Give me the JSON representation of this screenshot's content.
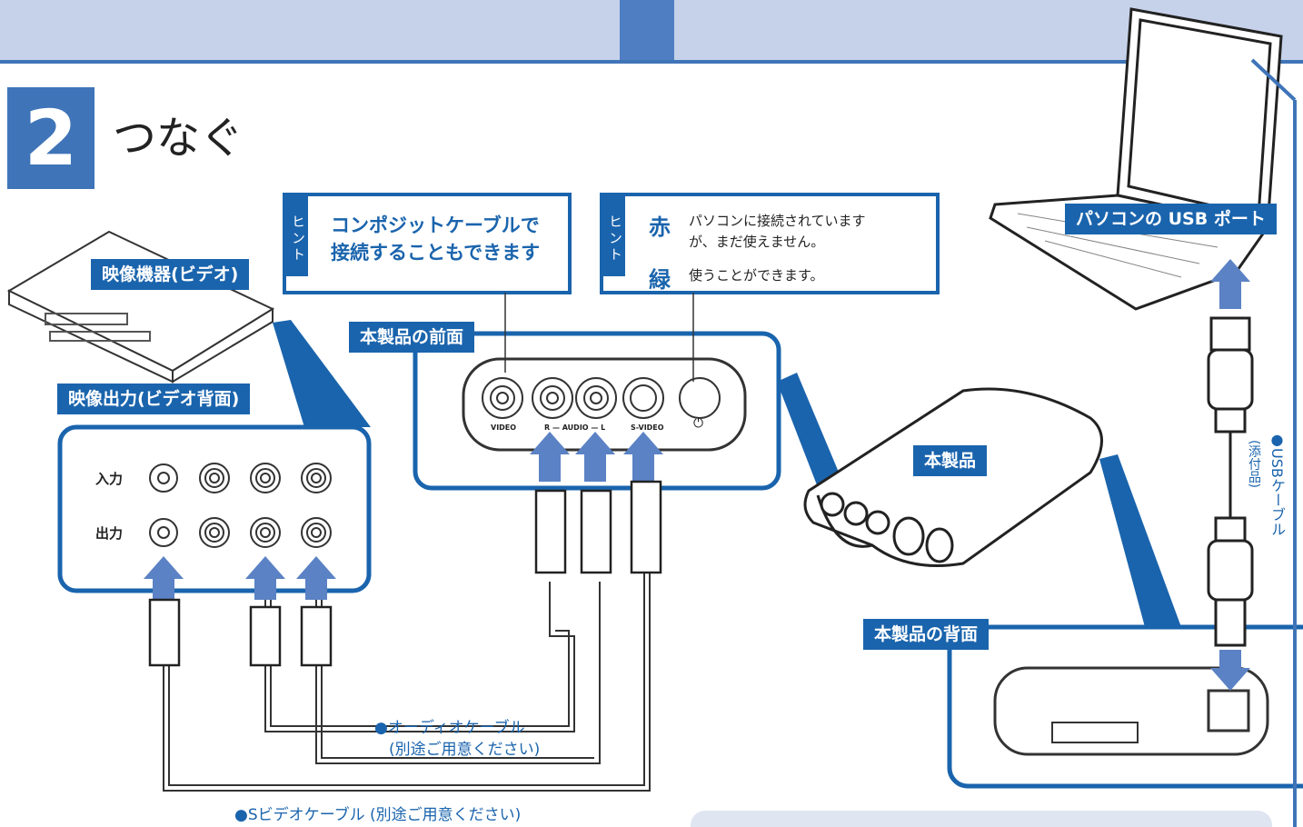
{
  "step": {
    "number": "2",
    "title": "つなぐ"
  },
  "hint1": {
    "tag": "ヒント",
    "line1": "コンポジットケーブルで",
    "line2": "接続することもできます"
  },
  "hint2": {
    "tag": "ヒント",
    "red_char": "赤",
    "red_text_1": "パソコンに接続されています",
    "red_text_2": "が、まだ使えません。",
    "green_char": "緑",
    "green_text": "使うことができます。"
  },
  "labels": {
    "video_device": "映像機器(ビデオ)",
    "video_output": "映像出力(ビデオ背面)",
    "front": "本製品の前面",
    "product": "本製品",
    "back": "本製品の背面",
    "pc_usb": "パソコンの USB ポート",
    "input": "入力",
    "output": "出力"
  },
  "ports": {
    "video": "VIDEO",
    "audio": "R — AUDIO — L",
    "svideo": "S-VIDEO",
    "power": "⏻"
  },
  "cables": {
    "audio_1": "●オーディオケーブル",
    "audio_2": "(別途ご用意ください)",
    "svideo": "●Sビデオケーブル (別途ご用意ください)",
    "usb_1": "●USBケーブル",
    "usb_2": "(添付品)"
  },
  "colors": {
    "accent": "#1a64ad",
    "band": "#c6d2ea",
    "tab": "#4f7fc2",
    "arrow": "#5b82c4"
  }
}
